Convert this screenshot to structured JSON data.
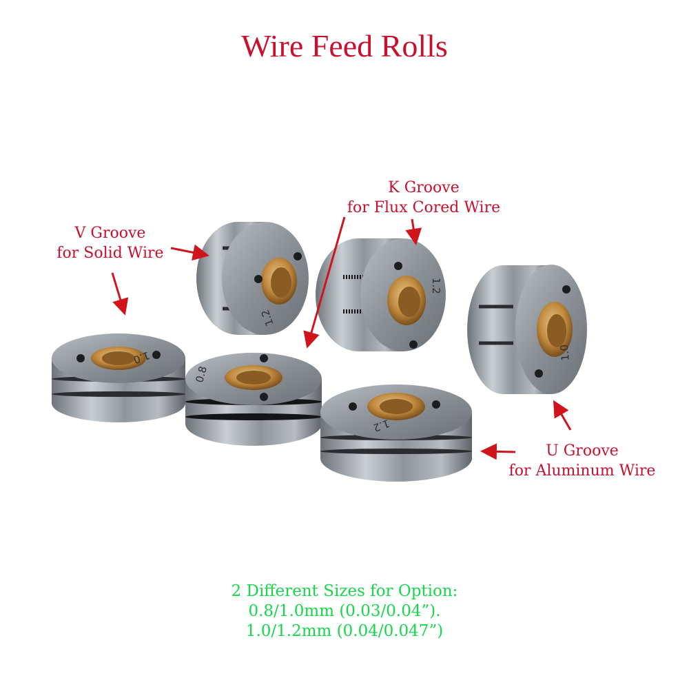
{
  "title": "Wire Feed Rolls",
  "labels": {
    "v_groove": {
      "line1": "V Groove",
      "line2": "for Solid Wire"
    },
    "k_groove": {
      "line1": "K Groove",
      "line2": "for Flux Cored Wire"
    },
    "u_groove": {
      "line1": "U Groove",
      "line2": "for Aluminum Wire"
    }
  },
  "roll_markings": {
    "roll_1": "1.0",
    "roll_2": "1.2",
    "roll_3": "0.8",
    "roll_4": "1.2",
    "roll_5": "1.2",
    "roll_6": "1.0"
  },
  "footer": {
    "line1": "2 Different Sizes for Option:",
    "line2": "0.8/1.0mm (0.03/0.04”).",
    "line3": "1.0/1.2mm (0.04/0.047”)"
  },
  "colors": {
    "title": "#c8102e",
    "arrows": "#d0141c",
    "footer": "#17d64a",
    "steel": "#9aa0a6",
    "bushing": "#c08a3e"
  }
}
